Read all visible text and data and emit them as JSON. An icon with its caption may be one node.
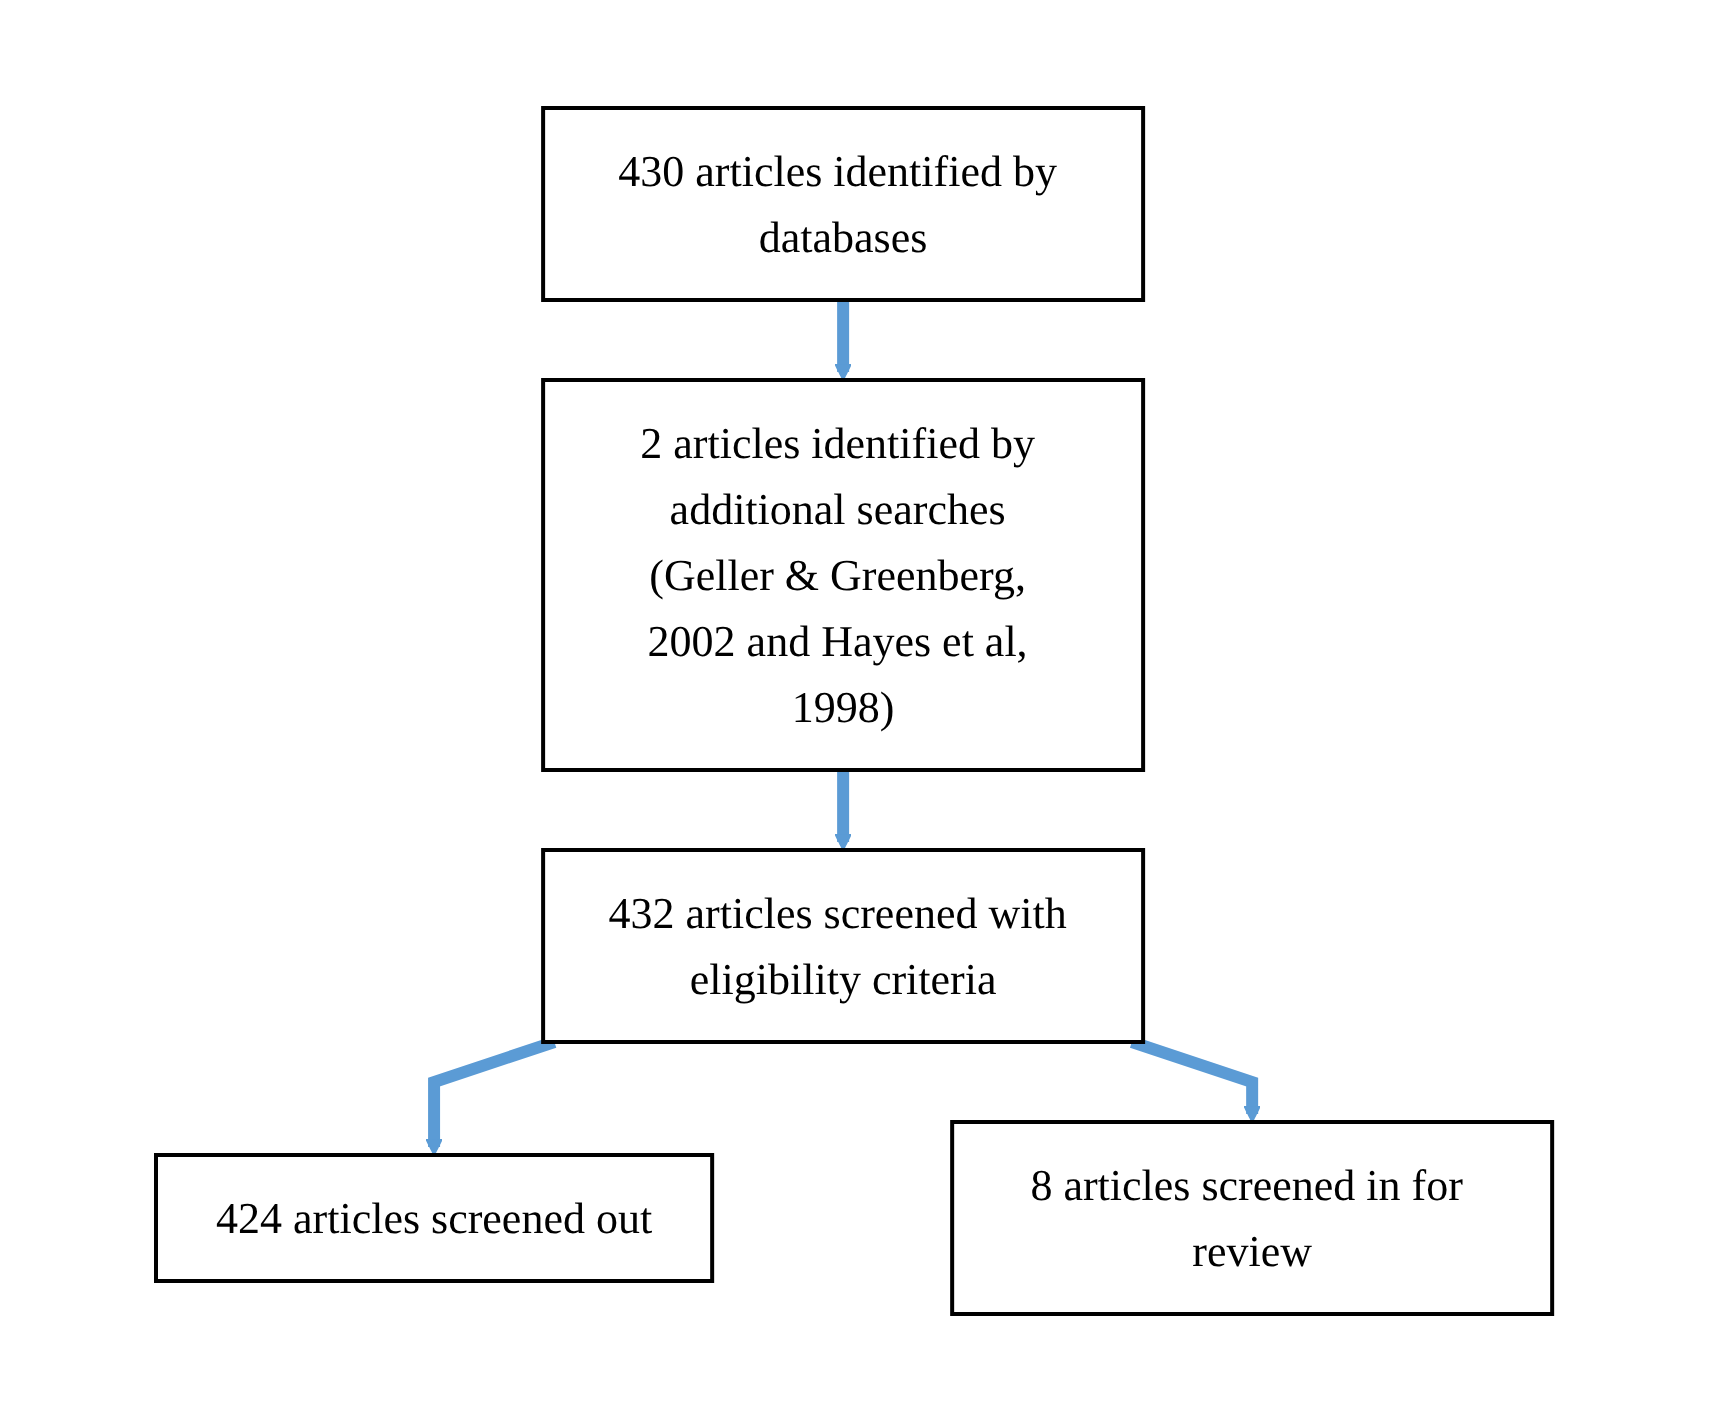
{
  "diagram": {
    "nodes": [
      {
        "text": [
          "430 articles identified by databases"
        ]
      },
      {
        "text": [
          "2 articles identified by additional searches (Geller & Greenberg, 2002 and Hayes et al, 1998)"
        ]
      },
      {
        "text": [
          "432 articles screened with eligibility criteria"
        ]
      },
      {
        "text": [
          "424 articles screened out"
        ]
      },
      {
        "text": [
          "8 articles screened in for review"
        ]
      }
    ],
    "edges": [
      {
        "from": 0,
        "to": 1,
        "arrow": "to"
      },
      {
        "from": 1,
        "to": 2,
        "arrow": "to"
      },
      {
        "from": 2,
        "to": 3,
        "arrow": "to"
      },
      {
        "from": 2,
        "to": 4,
        "arrow": "to"
      }
    ]
  }
}
